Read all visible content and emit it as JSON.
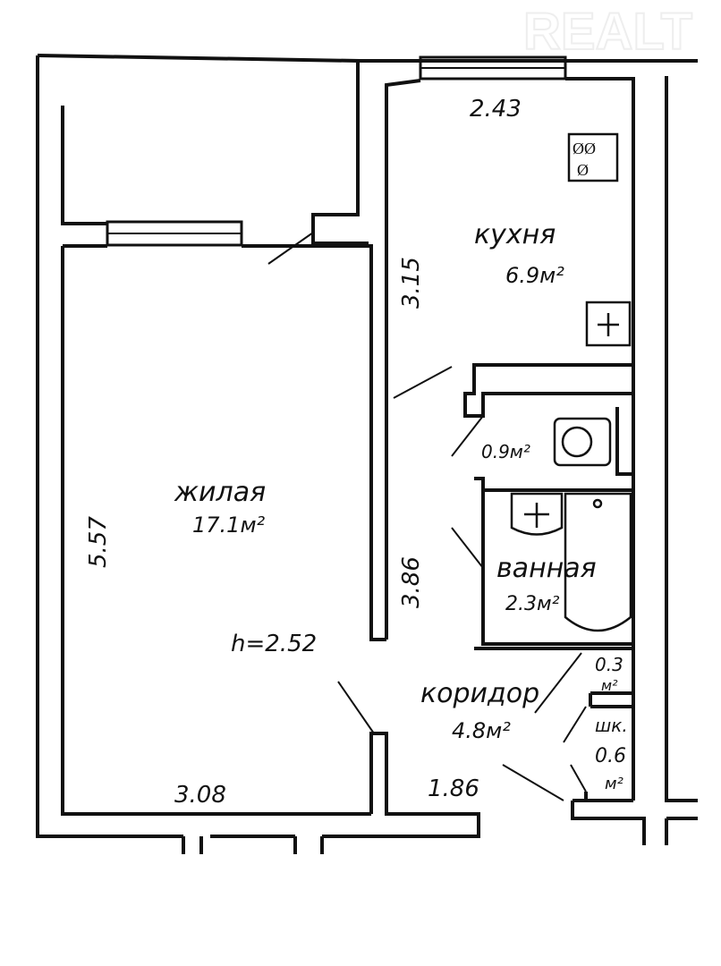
{
  "watermark": "REALT",
  "rooms": {
    "living": {
      "name": "жилая",
      "area": "17.1м²"
    },
    "kitchen": {
      "name": "кухня",
      "area": "6.9м²"
    },
    "wc": {
      "area": "0.9м²"
    },
    "bath": {
      "name": "ванная",
      "area": "2.3м²"
    },
    "corridor": {
      "name": "коридор",
      "area": "4.8м²"
    },
    "storage_small": {
      "area_value": "0.3",
      "area_unit": "м²"
    },
    "closet": {
      "name": "шк.",
      "area_value": "0.6",
      "area_unit": "м²"
    }
  },
  "dimensions": {
    "kitchen_width": "2.43",
    "kitchen_length": "3.15",
    "living_length": "5.57",
    "corridor_length": "3.86",
    "ceiling_height": "h=2.52",
    "living_width": "3.08",
    "corridor_width": "1.86"
  }
}
